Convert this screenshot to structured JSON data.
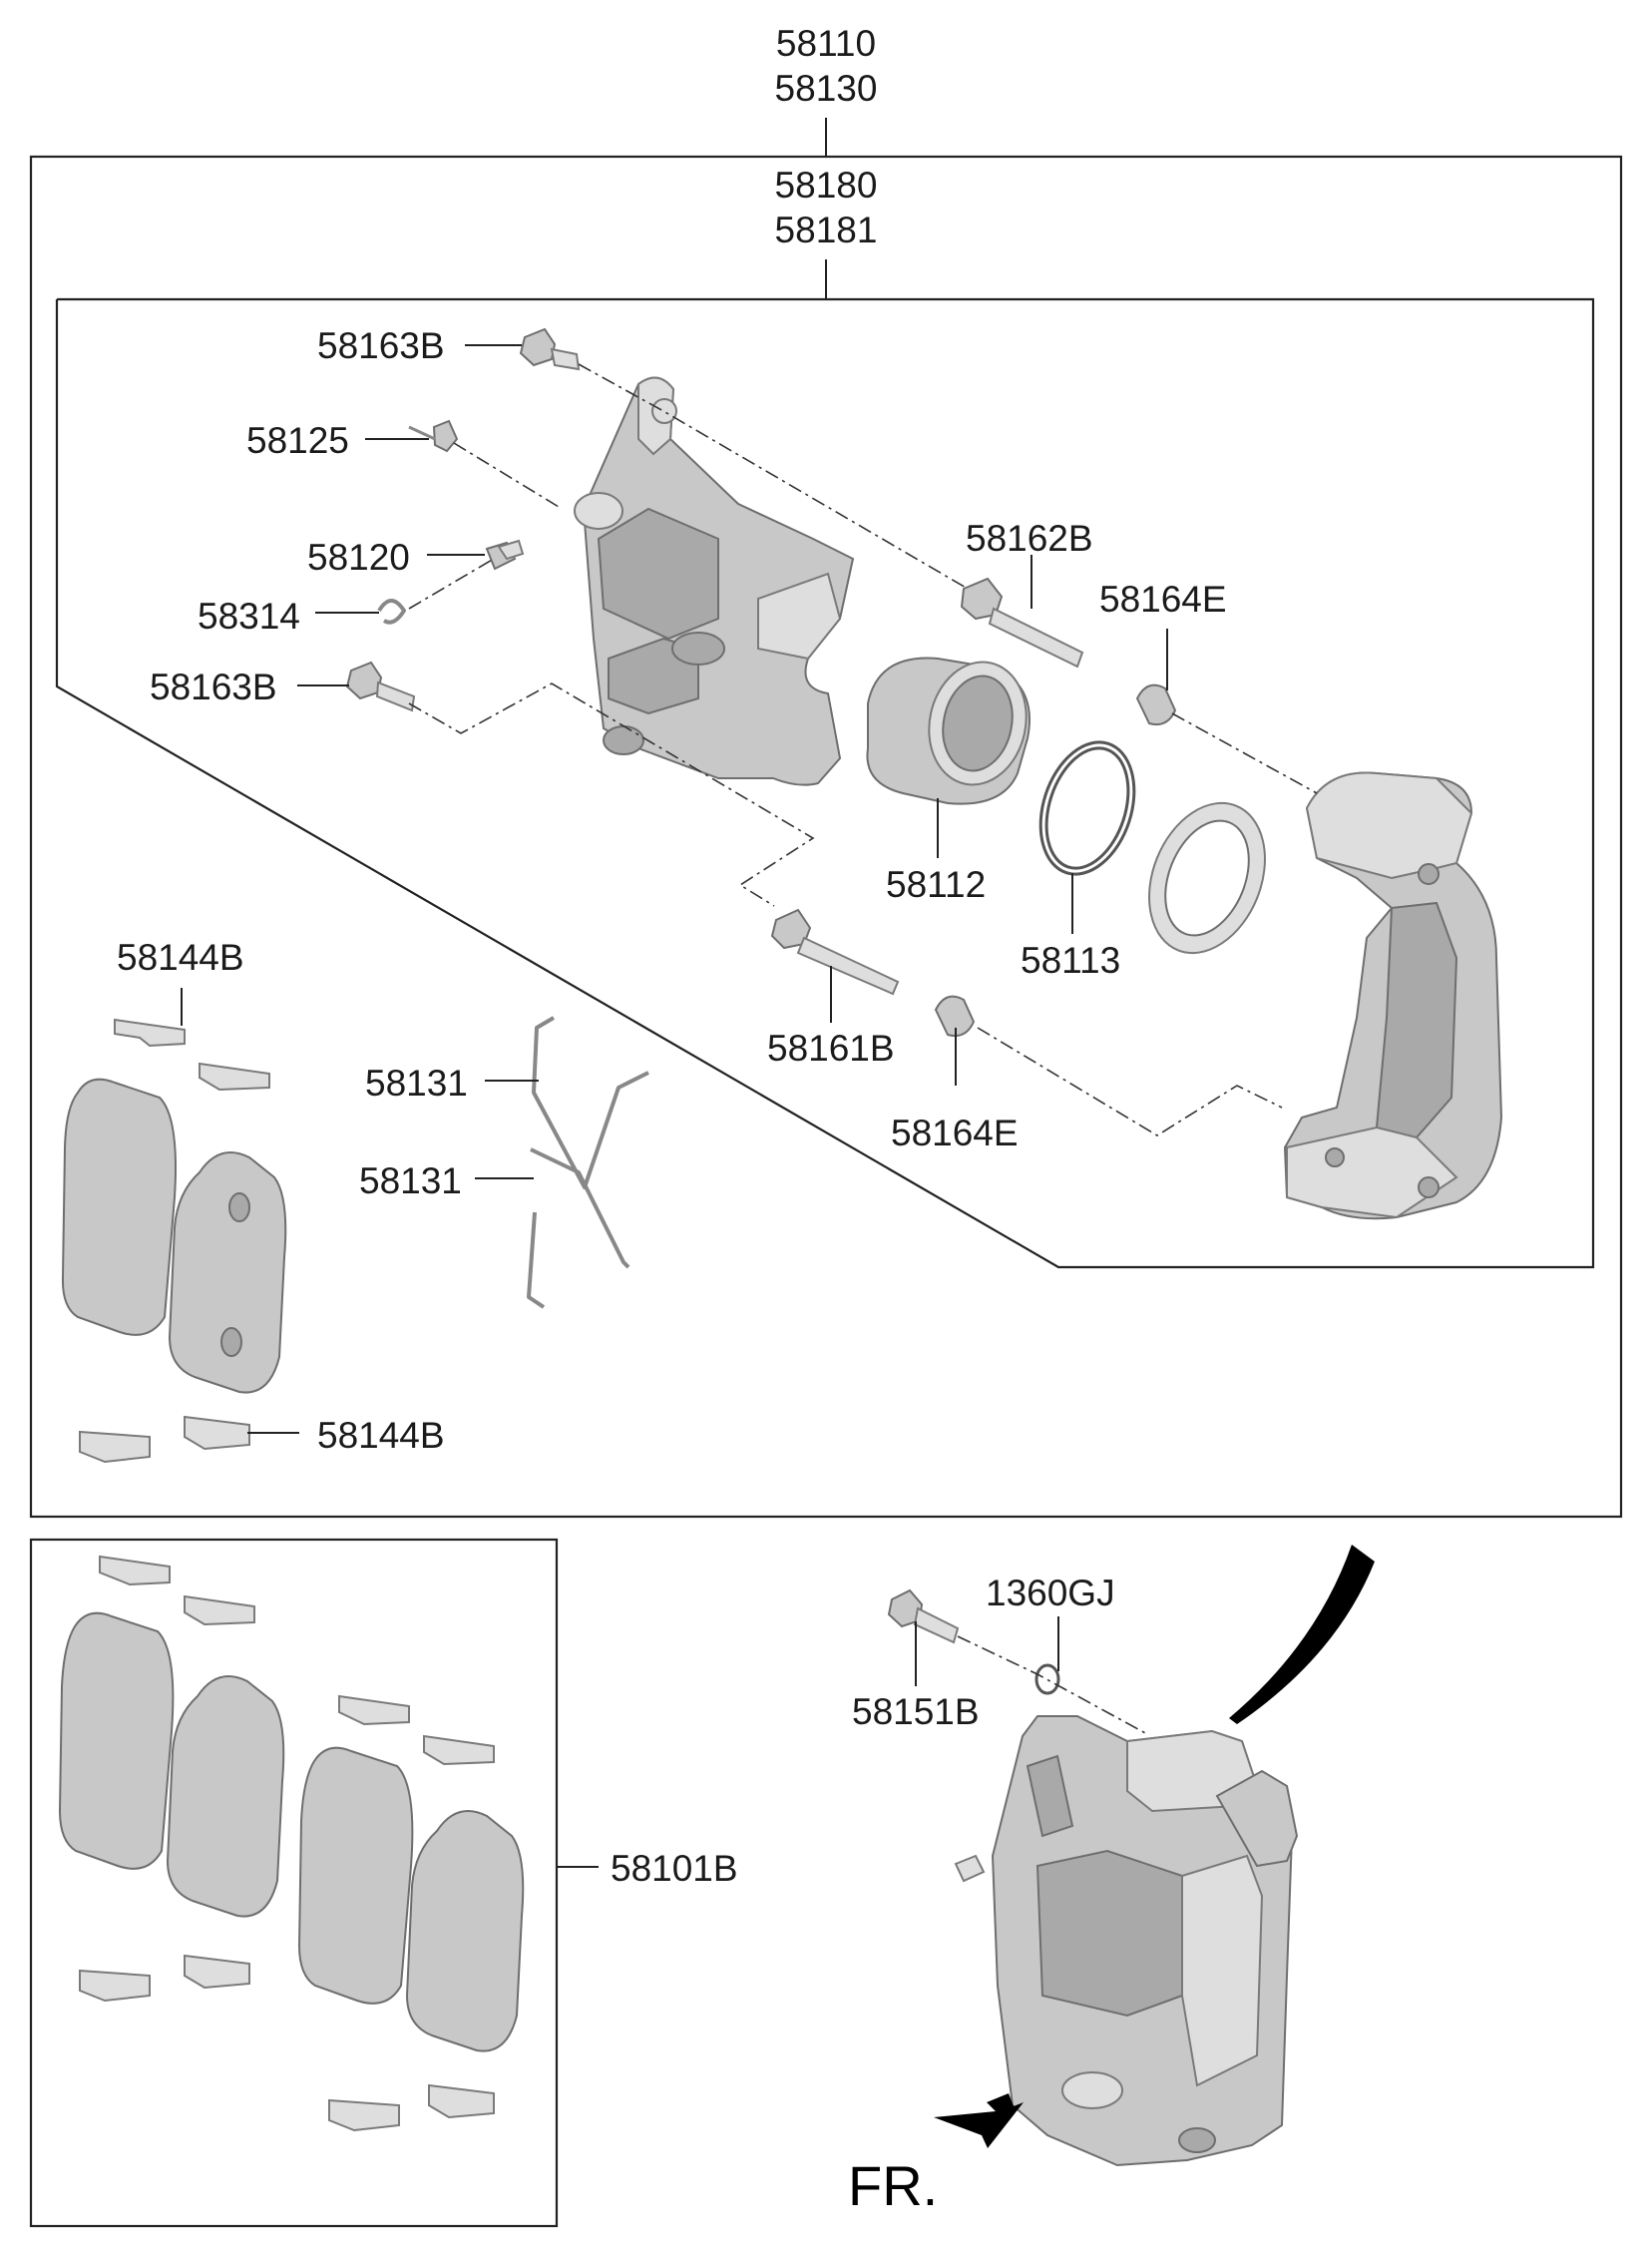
{
  "labels": {
    "assy_top_1": "58110",
    "assy_top_2": "58130",
    "assy_inner_1": "58180",
    "assy_inner_2": "58181",
    "bolt_upper": "58163B",
    "cap_bleeder": "58125",
    "bleeder_screw": "58120",
    "clip_58314": "58314",
    "bolt_lower": "58163B",
    "guide_pin_upper": "58162B",
    "boot_upper": "58164E",
    "piston": "58112",
    "piston_seal": "58113",
    "guide_pin_lower": "58161B",
    "boot_lower": "58164E",
    "shim_upper": "58144B",
    "shim_lower": "58144B",
    "spring_1": "58131",
    "spring_2": "58131",
    "pad_kit": "58101B",
    "mount_bolt": "58151B",
    "washer": "1360GJ",
    "front": "FR."
  }
}
